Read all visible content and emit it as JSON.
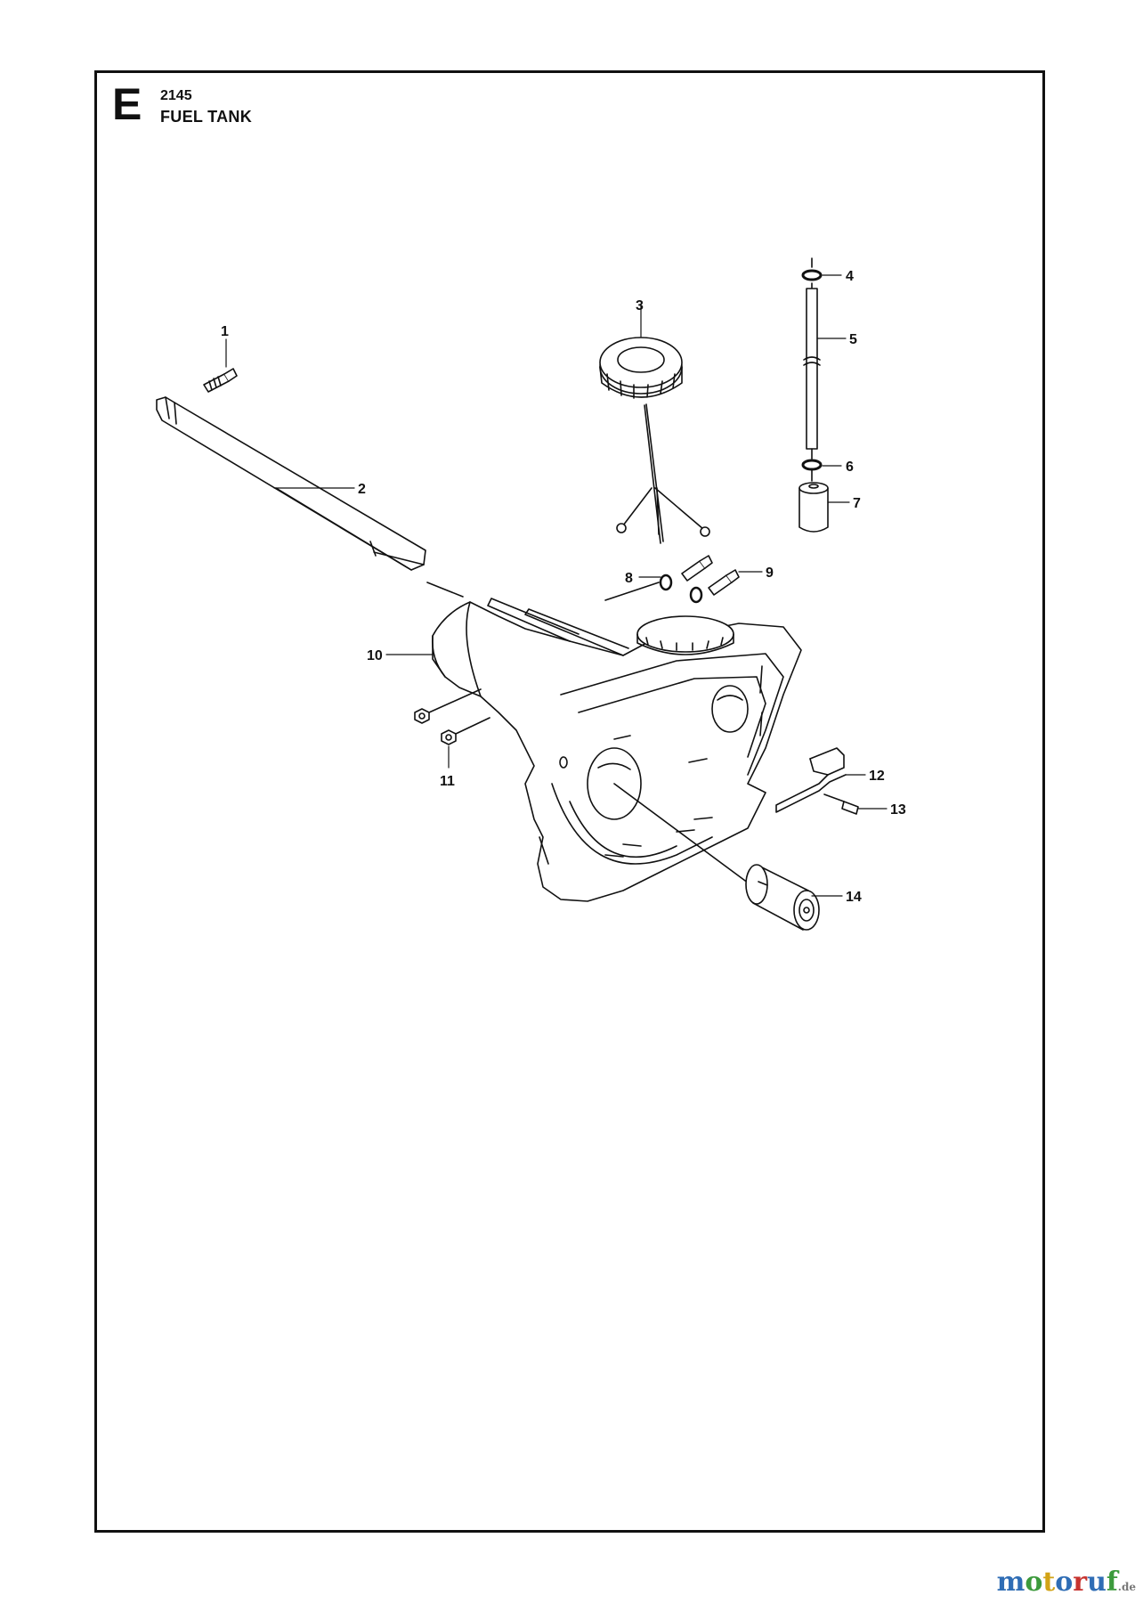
{
  "header": {
    "section": "E",
    "code": "2145",
    "title": "FUEL TANK"
  },
  "callouts": [
    "1",
    "2",
    "3",
    "4",
    "5",
    "6",
    "7",
    "8",
    "9",
    "10",
    "11",
    "12",
    "13",
    "14"
  ],
  "brand": {
    "letters": [
      "m",
      "o",
      "t",
      "o",
      "r",
      "u",
      "f"
    ],
    "letter_colors": [
      "#2f6db5",
      "#3c9a3c",
      "#d2a316",
      "#2f6db5",
      "#c7332f",
      "#2f6db5",
      "#3c9a3c"
    ],
    "domain": ".de"
  }
}
